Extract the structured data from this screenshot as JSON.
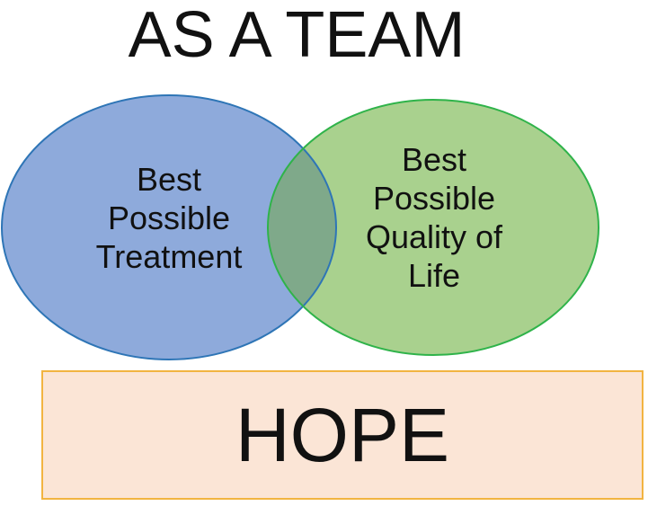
{
  "title": "AS A TEAM",
  "circles": {
    "left": {
      "label": "Best\nPossible\nTreatment",
      "fill": "#8eaadb",
      "stroke": "#2e75b6"
    },
    "right": {
      "label": "Best\nPossible\nQuality of\nLife",
      "fill": "#a9d18e",
      "stroke": "#2fb34a"
    },
    "overlap_fill": "#7fa98a"
  },
  "hope_box": {
    "label": "HOPE",
    "fill": "#fbe5d6",
    "border": "#f2b441"
  }
}
